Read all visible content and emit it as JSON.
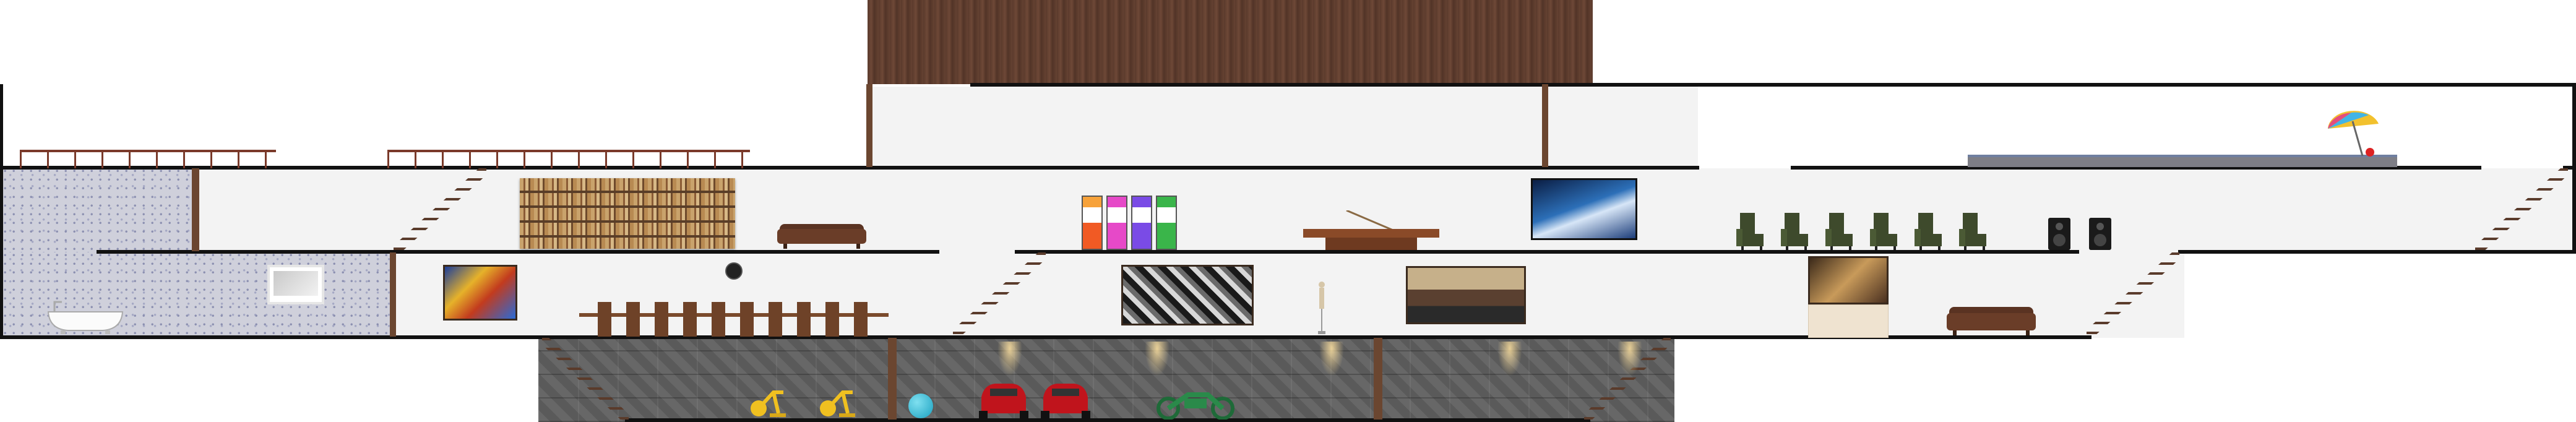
{
  "scene": {
    "kind": "house-cross-section",
    "levels": [
      "basement-garage",
      "ground-floor",
      "upper-floor",
      "roof-terrace"
    ]
  },
  "palette": {
    "wall": "#f3f3f3",
    "slab": "#111111",
    "wood": "#5a3a2c",
    "stone": "#5f5f5f",
    "tile": "#cfd0db",
    "railing": "#7a3a2a",
    "pool": "#6f7fa0"
  },
  "rooms": [
    {
      "name": "bathroom",
      "items": [
        "bathtub-icon",
        "mirror-icon"
      ]
    },
    {
      "name": "library",
      "items": [
        "bookshelf-icon",
        "sofa-icon"
      ]
    },
    {
      "name": "arcade",
      "items": [
        "arcade-machine-icon"
      ]
    },
    {
      "name": "billiards",
      "items": [
        "pool-table-icon",
        "tv-icon"
      ]
    },
    {
      "name": "home-theater",
      "items": [
        "armchair-icon",
        "speaker-icon"
      ]
    },
    {
      "name": "dining-gallery",
      "items": [
        "painting-icon",
        "dining-table-icon",
        "clock-icon",
        "statue-icon"
      ]
    },
    {
      "name": "lounge",
      "items": [
        "fireplace-icon",
        "sofa-icon"
      ]
    },
    {
      "name": "garage",
      "items": [
        "exercise-bike-icon",
        "car-icon",
        "motorcycle-icon",
        "lamp-icon"
      ]
    },
    {
      "name": "roof-pool",
      "items": [
        "umbrella-icon",
        "pool-icon"
      ]
    }
  ],
  "counts": {
    "arcade_machines": 4,
    "theater_chairs": 6,
    "dining_chairs": 10,
    "cars": 2,
    "exercise_bikes": 2
  }
}
